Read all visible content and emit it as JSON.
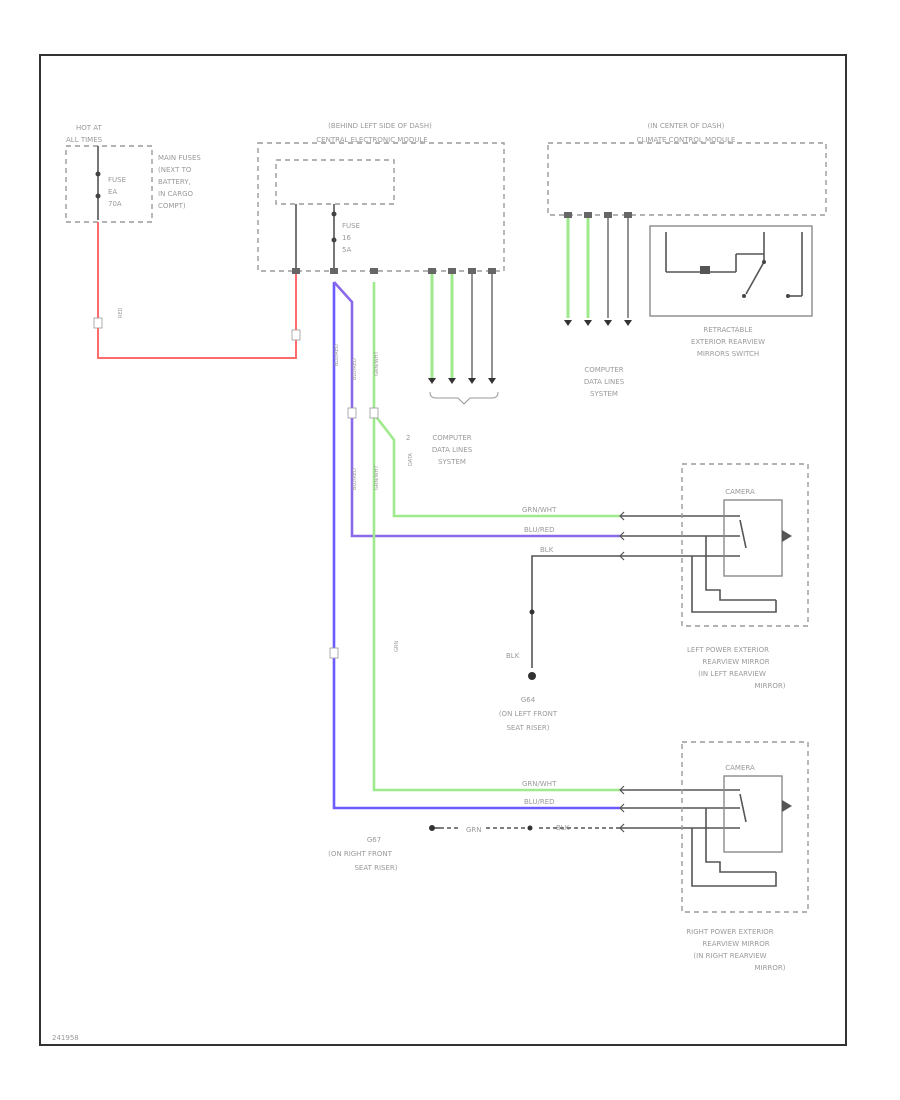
{
  "diagram": {
    "title_code": "241958",
    "hot_at": {
      "header": [
        "HOT AT",
        "ALL TIMES"
      ],
      "main_fuses": [
        "MAIN FUSES",
        "(NEXT TO",
        "BATTERY,",
        "IN CARGO",
        "COMPT)"
      ],
      "fuse": [
        "FUSE",
        "EA",
        "70A"
      ]
    },
    "bem": {
      "header": [
        "(BEHIND LEFT SIDE OF DASH)",
        "CENTRAL ELECTRONIC MODULE"
      ],
      "fuse": [
        "FUSE",
        "16",
        "5A"
      ]
    },
    "ccm": {
      "header": [
        "(IN CENTER OF DASH)",
        "CLIMATE CONTROL MODULE"
      ]
    },
    "switch_label": [
      "RETRACTABLE",
      "EXTERIOR REARVIEW",
      "MIRRORS SWITCH"
    ],
    "data_lines_1": [
      "COMPUTER",
      "DATA LINES",
      "SYSTEM"
    ],
    "data_lines_2": [
      "COMPUTER",
      "DATA LINES",
      "SYSTEM"
    ],
    "data_lines_2_marker": "2",
    "left_mirror": {
      "label": [
        "LEFT POWER EXTERIOR",
        "REARVIEW MIRROR",
        "(IN LEFT REARVIEW",
        "MIRROR)"
      ],
      "camera": "CAMERA",
      "wires": [
        "GRN/WHT",
        "BLU/RED",
        "BLK"
      ]
    },
    "right_mirror": {
      "label": [
        "RIGHT POWER EXTERIOR",
        "REARVIEW MIRROR",
        "(IN RIGHT REARVIEW",
        "MIRROR)"
      ],
      "camera": "CAMERA",
      "wires": [
        "GRN/WHT",
        "BLU/RED",
        "BLK"
      ]
    },
    "ground_left": {
      "code": "G64",
      "label": [
        "(ON LEFT FRONT",
        "SEAT RISER)"
      ],
      "wire": "BLK"
    },
    "ground_right": {
      "code": "G67",
      "label": [
        "(ON RIGHT FRONT",
        "SEAT RISER)"
      ],
      "wire": "GRN"
    },
    "vertical_labels": {
      "red_wire": "RED",
      "blu_red_1": "BLU/RED",
      "blu_red_2": "BLU/RED",
      "grn_wht_1": "GRN/WHT",
      "grn_wht_2": "GRN/WHT",
      "blu_red_3": "BLU/RED",
      "grn_main": "GRN",
      "data_tag": "DATA"
    },
    "colors": {
      "red_wire": "#ff6b6b",
      "blue_wire": "#6b5cff",
      "purple_wire": "#a07adf",
      "green_wire": "#9eea8c",
      "gray_wire": "#777777",
      "frame": "#333333"
    }
  }
}
